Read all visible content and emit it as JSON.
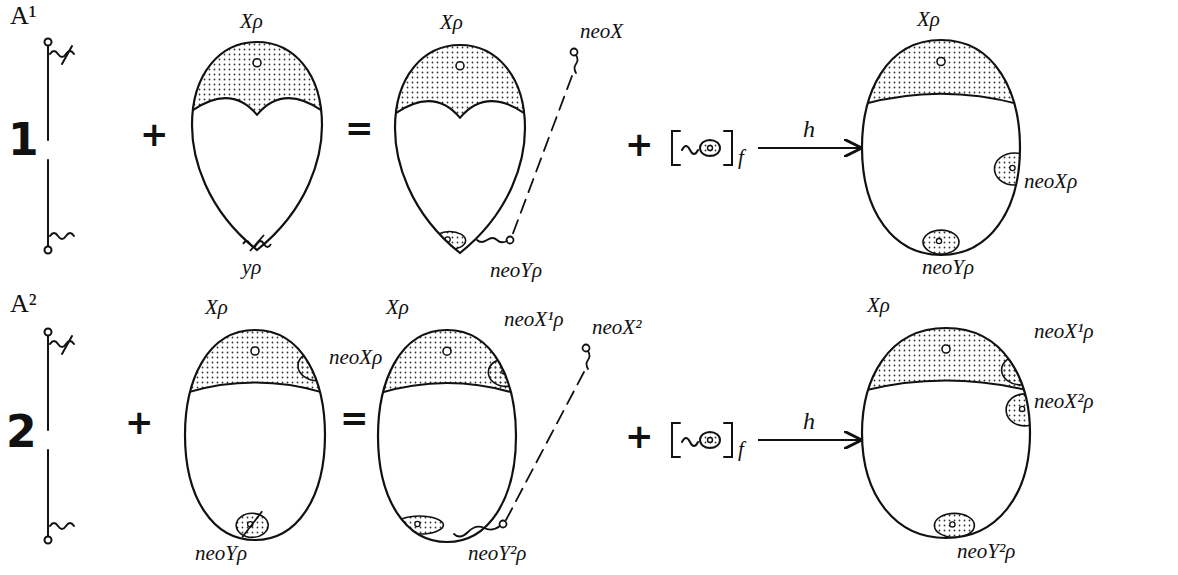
{
  "diagram": {
    "nodes": [
      {
        "text": [
          "Xρ",
          "yρ"
        ]
      },
      {
        "text": [
          "Xρ",
          "neoYρ"
        ]
      },
      {
        "text": [
          "f"
        ]
      },
      {
        "text": [
          "Xρ",
          "neoXρ",
          "neoYρ"
        ]
      },
      {
        "text": [
          "Xρ",
          "neoXρ",
          "neoYρ"
        ]
      },
      {
        "text": [
          "Xρ",
          "neoX¹ρ",
          "neoY²ρ"
        ]
      },
      {
        "text": [
          "f"
        ]
      },
      {
        "text": [
          "Xρ",
          "neoX¹ρ",
          "neoX²ρ",
          "neoY²ρ"
        ]
      }
    ],
    "edges": [
      {
        "from": 2,
        "to": 3,
        "label": "h",
        "arrow": "to"
      },
      {
        "from": 6,
        "to": 7,
        "label": "h",
        "arrow": "to"
      }
    ],
    "labels": [
      "A¹",
      "1",
      "+",
      "=",
      "neoX",
      "+",
      "A²",
      "2",
      "+",
      "=",
      "neoX²",
      "+"
    ]
  }
}
